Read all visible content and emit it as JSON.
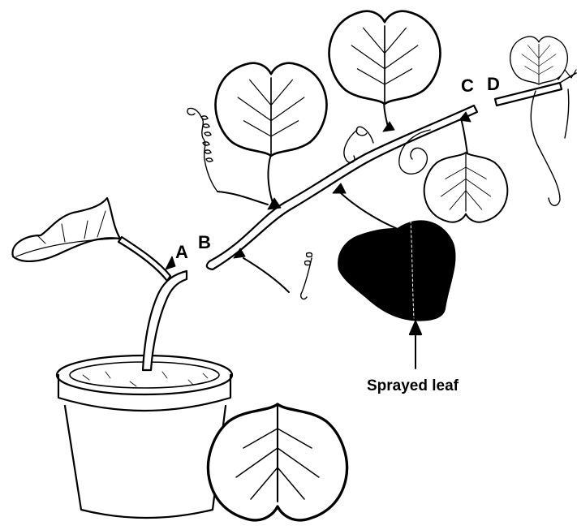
{
  "labels": {
    "a": "A",
    "b": "B",
    "c": "C",
    "d": "D",
    "sprayed_leaf": "Sprayed leaf"
  },
  "colors": {
    "ink": "#000000",
    "paper": "#ffffff"
  }
}
